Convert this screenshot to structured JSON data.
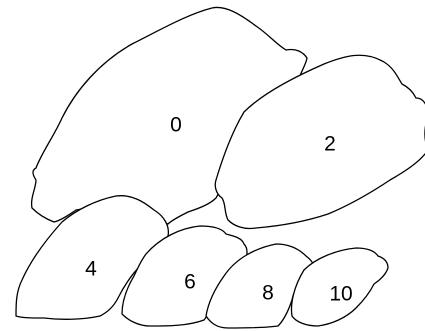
{
  "diagram": {
    "regions": [
      {
        "id": "region-0",
        "label": "0"
      },
      {
        "id": "region-2",
        "label": "2"
      },
      {
        "id": "region-4",
        "label": "4"
      },
      {
        "id": "region-6",
        "label": "6"
      },
      {
        "id": "region-8",
        "label": "8"
      },
      {
        "id": "region-10",
        "label": "10"
      }
    ]
  }
}
